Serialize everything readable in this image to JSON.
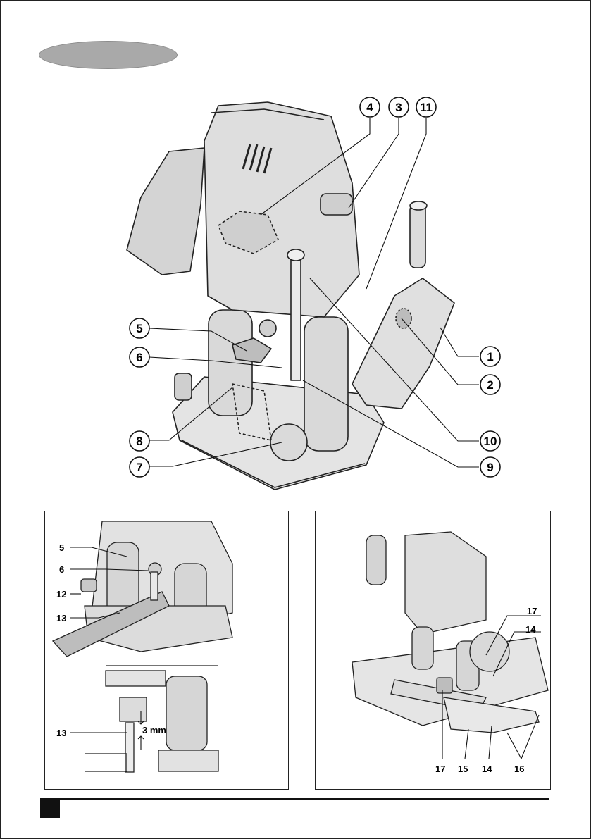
{
  "main_callouts": [
    "4",
    "3",
    "11",
    "5",
    "6",
    "8",
    "7",
    "1",
    "2",
    "10",
    "9"
  ],
  "left_panel_labels": [
    "5",
    "6",
    "12",
    "13",
    "13"
  ],
  "left_panel_dimension": "3 mm",
  "right_panel_labels": [
    "17",
    "14",
    "17",
    "15",
    "14",
    "16"
  ]
}
